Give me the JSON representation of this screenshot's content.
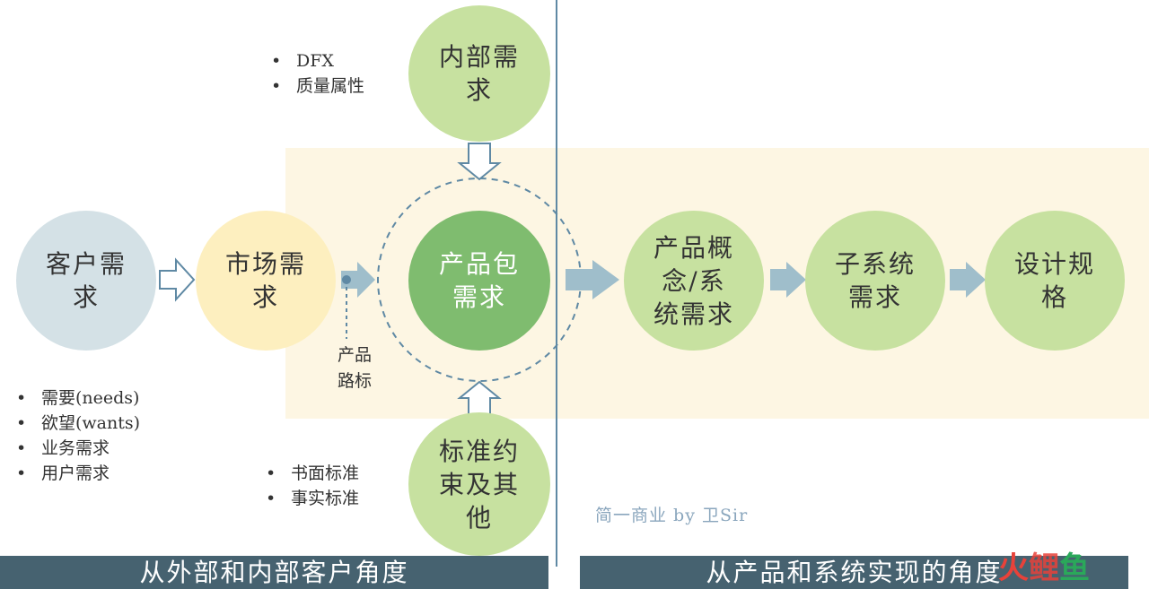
{
  "nodes": {
    "customer": "客户需\n求",
    "market": "市场需\n求",
    "internal": "内部需\n求",
    "product": "产品包\n需求",
    "standard": "标准约\n束及其\n他",
    "concept": "产品概\n念/系\n统需求",
    "subsystem": "子系统\n需求",
    "design": "设计规\n格"
  },
  "internal_bullets": [
    "DFX",
    "质量属性"
  ],
  "customer_bullets": [
    "需要(needs)",
    "欲望(wants)",
    "业务需求",
    "用户需求"
  ],
  "standard_bullets": [
    "书面标准",
    "事实标准"
  ],
  "roadmap_label": "产品\n路标",
  "credit": "简一商业 by 卫Sir",
  "footer": {
    "left": "从外部和内部客户角度",
    "right": "从产品和系统实现的角度"
  },
  "watermark": [
    "火",
    "鲤",
    "鱼"
  ],
  "colors": {
    "band": "#fdf6e3",
    "divider": "#5f89a4",
    "customer_circle": "#d4e1e6",
    "market_circle": "#fdefbf",
    "green_circle": "#c7e1a0",
    "product_circle": "#7fbc6f",
    "arrow_fill": "#9fbecb",
    "footer_bg": "#466270"
  }
}
